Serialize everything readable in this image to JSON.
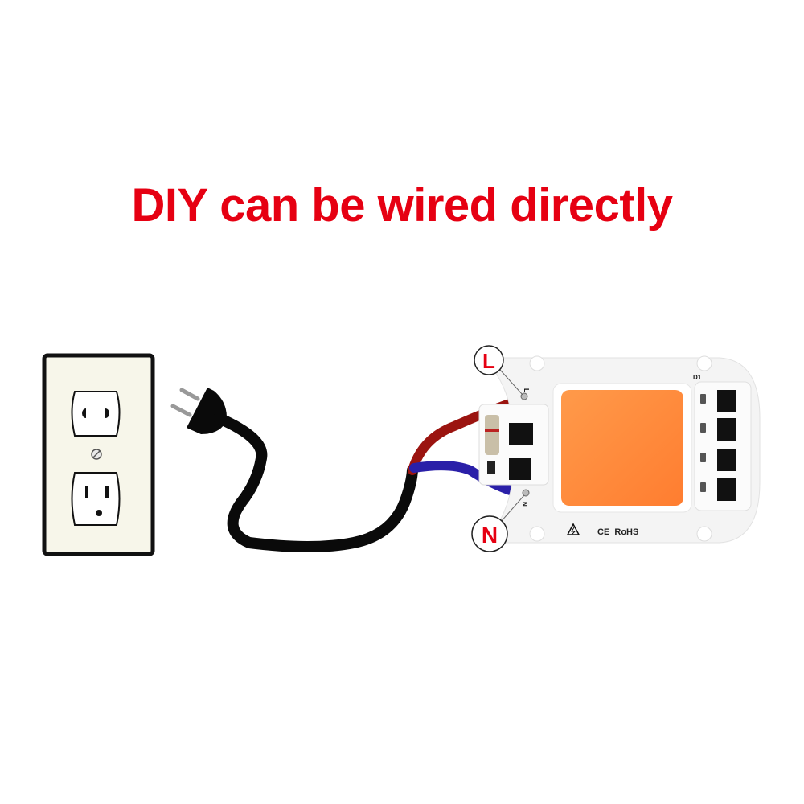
{
  "headline": "DIY can be wired directly",
  "labels": {
    "live": "L",
    "neutral": "N",
    "board_live_mark": "L",
    "board_neutral_mark": "N",
    "component_ref": "D1",
    "certification": "CE  RoHS"
  },
  "colors": {
    "headline": "#e60012",
    "live_wire": "#9b1410",
    "neutral_wire": "#2a1fa8",
    "cord": "#0a0a0a",
    "outlet_plate": "#f7f6ea",
    "led_chip": "#ff8a3c"
  },
  "icons": {
    "outlet": "wall-outlet-icon",
    "plug": "plug-icon",
    "warning": "high-voltage-warning-icon"
  }
}
